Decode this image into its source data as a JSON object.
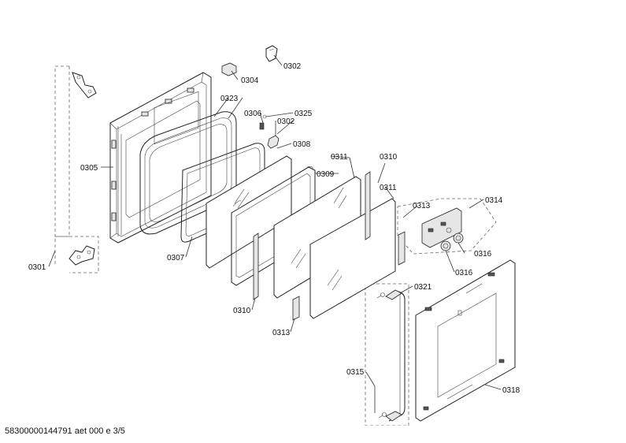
{
  "labels": {
    "l0301": "0301",
    "l0302a": "0302",
    "l0302b": "0302",
    "l0304": "0304",
    "l0305": "0305",
    "l0306": "0306",
    "l0307": "0307",
    "l0308": "0308",
    "l0309": "0309",
    "l0310a": "0310",
    "l0310b": "0310",
    "l0311a": "0311",
    "l0311b": "0311",
    "l0313a": "0313",
    "l0313b": "0313",
    "l0314": "0314",
    "l0315": "0315",
    "l0316a": "0316",
    "l0316b": "0316",
    "l0318": "0318",
    "l0321": "0321",
    "l0323": "0323",
    "l0325": "0325"
  },
  "footer": "58300000144791 aet 000 e 3/5"
}
